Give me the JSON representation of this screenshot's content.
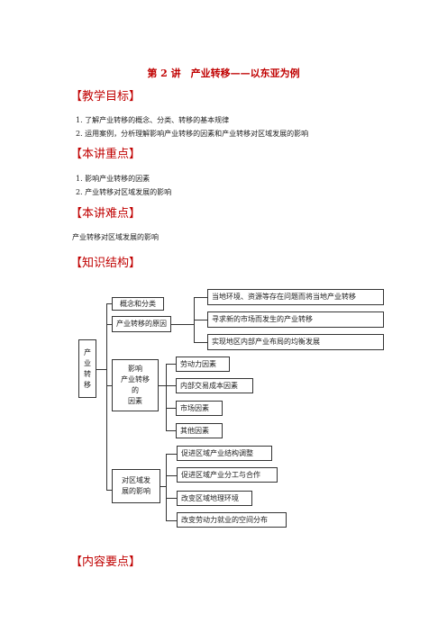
{
  "title": "第 2 讲　产业转移——以东亚为例",
  "sections": {
    "goals": "【教学目标】",
    "key": "【本讲重点】",
    "difficult": "【本讲难点】",
    "structure": "【知识结构】",
    "content": "【内容要点】"
  },
  "goals_items": [
    "1.  了解产业转移的概念、分类、转移的基本规律",
    "2.  运用案例，分析理解影响产业转移的因素和产业转移对区域发展的影响"
  ],
  "key_items": [
    "1.  影响产业转移的因素",
    "2.  产业转移对区域发展的影响"
  ],
  "difficult_text": "产业转移对区域发展的影响",
  "diagram": {
    "root": "产业转移",
    "concept": "概念和分类",
    "reason": "产业转移的原因",
    "reason_items": [
      "当地环境、资源等存在问题而将当地产业转移",
      "寻求新的市场而发生的产业转移",
      "实现地区内部产业布局的均衡发展"
    ],
    "factors": "影响产业转移的因素",
    "factor_lines": [
      "影响",
      "产业转移",
      "的",
      "因素"
    ],
    "factor_items": [
      "劳动力因素",
      "内部交易成本因素",
      "市场因素",
      "其他因素"
    ],
    "impact_lines": [
      "对区域发",
      "展的影响"
    ],
    "impact_items": [
      "促进区域产业结构调整",
      "促进区域产业分工与合作",
      "改变区域地理环境",
      "改变劳动力就业的空间分布"
    ]
  }
}
